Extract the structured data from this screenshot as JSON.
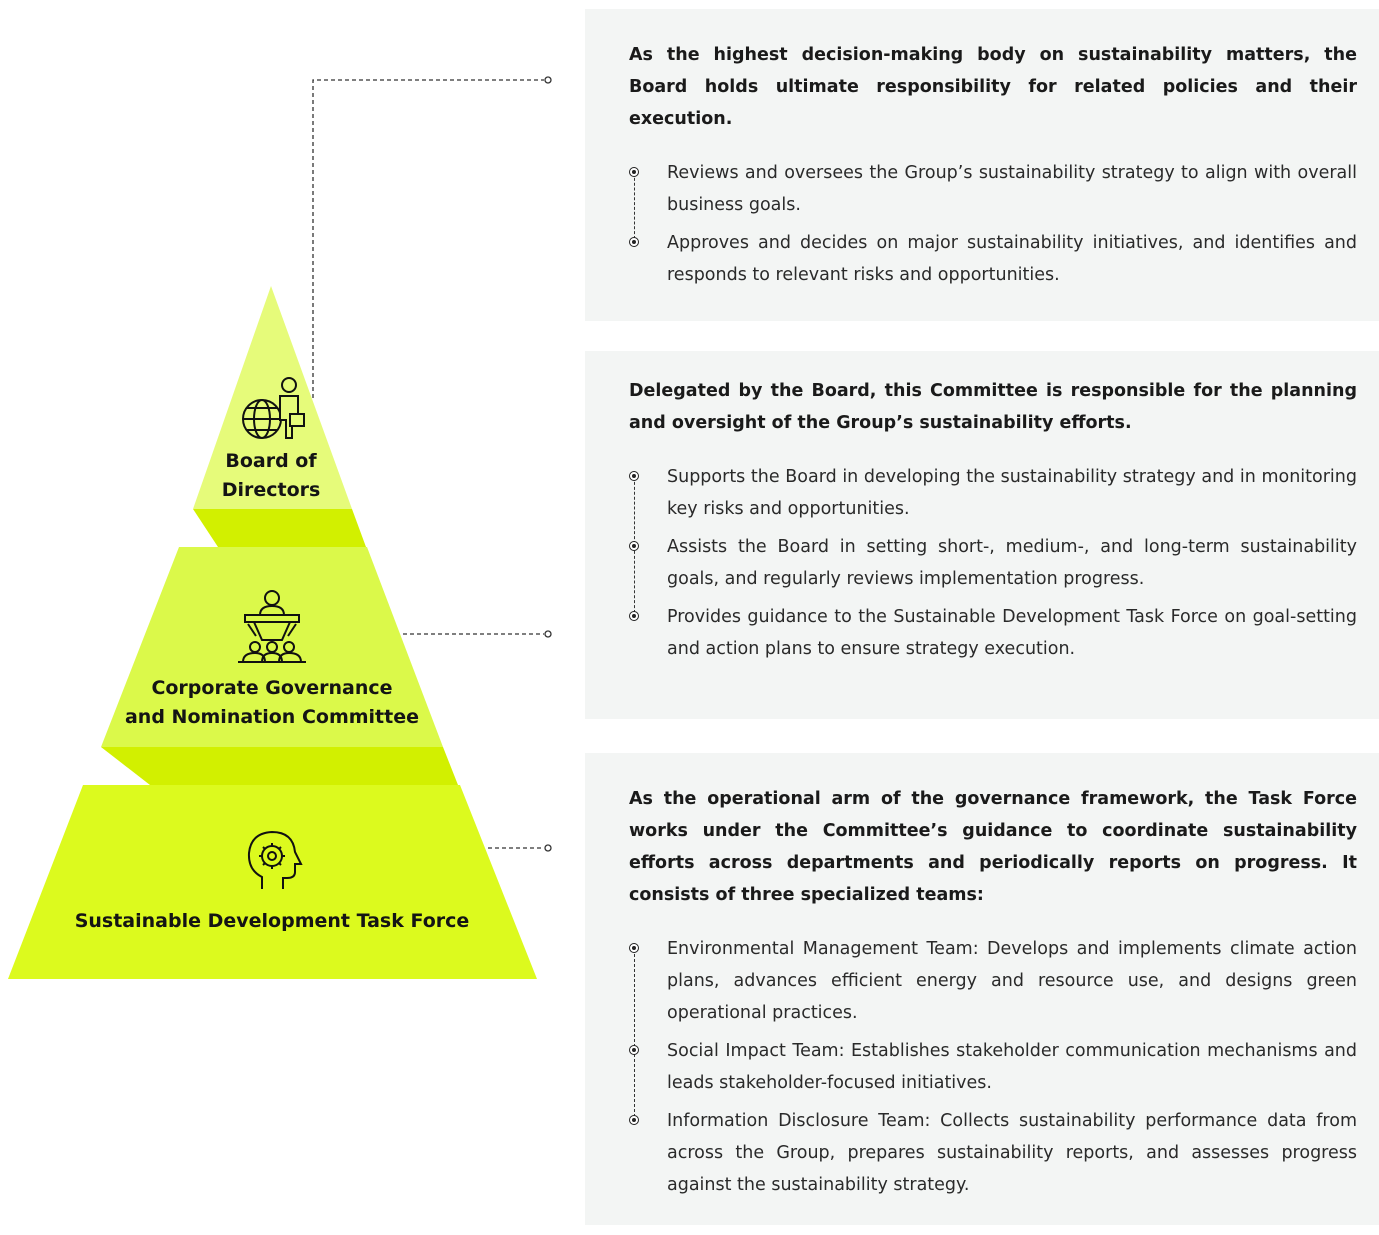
{
  "pyramid": {
    "tiers": [
      {
        "label_lines": [
          "Board of",
          "Directors"
        ],
        "icon": "globe-person-icon"
      },
      {
        "label_lines": [
          "Corporate Governance",
          "and Nomination Committee"
        ],
        "icon": "podium-audience-icon"
      },
      {
        "label_lines": [
          "Sustainable Development Task Force"
        ],
        "icon": "head-gear-icon"
      }
    ]
  },
  "panels": [
    {
      "lead": "As the highest decision-making body on sustainability matters, the Board holds ultimate responsibility for related policies and their execution.",
      "bullets": [
        "Reviews and oversees the Group’s sustainability strategy to align with overall business goals.",
        "Approves and decides on major sustainability initiatives, and identifies and responds to relevant risks and opportunities."
      ]
    },
    {
      "lead": "Delegated by the Board, this Committee is responsible for the planning and oversight of the Group’s sustainability efforts.",
      "bullets": [
        "Supports the Board in developing the sustainability strategy and in monitoring key risks and opportunities.",
        "Assists the Board in setting short-, medium-, and long-term sustainability goals, and regularly reviews implementation progress.",
        "Provides guidance to the Sustainable Development Task Force on goal-setting and action plans to ensure strategy execution."
      ]
    },
    {
      "lead": "As the operational arm of the governance framework, the Task Force works under the Committee’s guidance to coordinate sustainability efforts across departments and periodically reports on progress. It consists of three specialized teams:",
      "bullets": [
        "Environmental Management Team: Develops and implements climate action plans, advances efficient energy and resource use, and designs green operational practices.",
        "Social Impact Team: Establishes stakeholder communication mechanisms and leads stakeholder-focused initiatives.",
        "Information Disclosure Team: Collects sustainability performance data from across the Group, prepares sustainability reports, and assesses progress against the sustainability strategy."
      ]
    }
  ],
  "colors": {
    "tier_light": "#e6fb7a",
    "tier_mid": "#dbf94a",
    "tier_bright": "#dcfa1e",
    "band": "#d2f000",
    "panel_bg": "#f3f5f4"
  }
}
